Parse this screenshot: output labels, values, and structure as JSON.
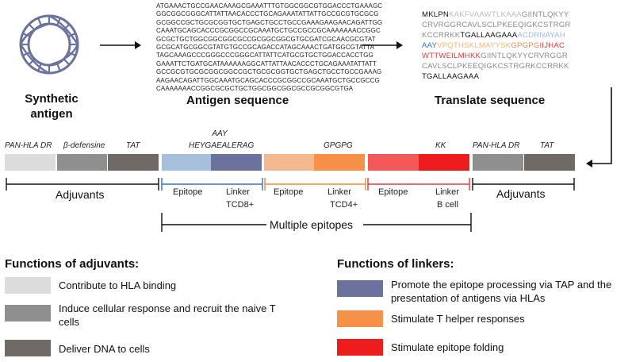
{
  "top": {
    "synthetic_antigen": "Synthetic antigen",
    "antigen_sequence_title": "Antigen sequence",
    "translate_title": "Translate sequence",
    "dna_lines": [
      "ATGAAACTGCCGAACAAAGCGAAATTTGTGGCGGCGTGGACCCTGAAAGC",
      "GGCGGCGGGCATTATTAACACCCTGCAGAAATATTATTGCCGCGTGCGCG",
      "GCGGCCGCTGCGCGGTGCTGAGCTGCCTGCCGAAAGAAGAACAGATTGG",
      "CAAATGCAGCACCCGCGGCCGCAAATGCTGCCGCCGCAAAAAAACCGGC",
      "GCGCTGCTGGCGGCGGCGCCGCGGCGGCGTGCGATCGCAACGCGTAT",
      "GCGCATGCGGCGTATGTGCCGCAGACCATAGCAAACTGATGGCGTATTA",
      "TAGCAAAGCCCGGGCCCGGGCATTATTCATGCGTGCTGGACCACCTGG",
      "GAAATTCTGATGCATAAAAAAGGCATTATTAACACCCTGCAGAAATATTATT",
      "GCCGCGTGCGCGGCGGCCGCTGCGCGGTGCTGAGCTGCCTGCCGAAAG",
      "AAGAACAGATTGGCAAATGCAGCACCCGCGGCCGCAAATGCTGCCGCCG",
      "CAAAAAAACCGGCGCGCTGCTGGCGGCGGCGCCGCGGCGTGA"
    ],
    "protein_lines": [
      [
        {
          "t": "MKLPN",
          "c": "#111111"
        },
        {
          "t": "KAKFVAAWTLKAAA",
          "c": "#bdbdbd"
        },
        {
          "t": "GIINTLQKYY",
          "c": "#8a8a8a"
        }
      ],
      [
        {
          "t": "CRVRGGRCAVLSCLPKEEQIGKCSTRGR",
          "c": "#8a8a8a"
        }
      ],
      [
        {
          "t": "KCCRRKK",
          "c": "#8a8a8a"
        },
        {
          "t": "TGALLAAGAAA",
          "c": "#111111"
        },
        {
          "t": "ACDRNAYAH",
          "c": "#9dbbe0"
        }
      ],
      [
        {
          "t": "AAY",
          "c": "#3a6fc0"
        },
        {
          "t": "VPQTHSKLMAYYSK",
          "c": "#f0b87a"
        },
        {
          "t": "GPGPG",
          "c": "#f08a3a"
        },
        {
          "t": "IIJHAC",
          "c": "#e23a3a"
        }
      ],
      [
        {
          "t": "WTTWEILMHKK",
          "c": "#e23a3a"
        },
        {
          "t": "GIINTLQKYYCRVRGGR",
          "c": "#8a8a8a"
        }
      ],
      [
        {
          "t": "CAVLSCLPKEEQIGKCSTRGRKCCRRKK",
          "c": "#8a8a8a"
        }
      ],
      [
        {
          "t": "TGALLAAGAAA",
          "c": "#111111"
        }
      ]
    ]
  },
  "construct": {
    "above": {
      "pan_hla_dr": "PAN-HLA DR",
      "beta_defensine": "β-defensine",
      "tat": "TAT",
      "aay_line1": "AAY",
      "aay_line2": "HEYGAEALERAG",
      "gpgpg": "GPGPG",
      "kk": "KK",
      "pan_hla_dr_2": "PAN-HLA DR",
      "tat_2": "TAT"
    },
    "below": {
      "adjuvants_left": "Adjuvants",
      "epitope1": "Epitope",
      "linker1": "Linker",
      "linker1_sub": "TCD8+",
      "epitope2": "Epitope",
      "linker2": "Linker",
      "linker2_sub": "TCD4+",
      "epitope3": "Epitope",
      "linker3": "Linker",
      "linker3_sub": "B cell",
      "adjuvants_right": "Adjuvants",
      "multiple_epitopes": "Multiple epitopes"
    },
    "colors": {
      "light_gray": "#dcdcdc",
      "mid_gray": "#8f8f8f",
      "dark_gray": "#6f6a66",
      "light_blue": "#a6bfdc",
      "dark_blue": "#6b729c",
      "light_orange": "#f4b98c",
      "orange": "#f7914a",
      "light_red": "#f25a5a",
      "red": "#ee1c1c"
    }
  },
  "legend_adjuvants": {
    "title": "Functions of adjuvants:",
    "items": [
      {
        "text": "Contribute to HLA binding",
        "color": "#dcdcdc"
      },
      {
        "text": "Induce cellular response and recruit the naive T cells",
        "color": "#8f8f8f"
      },
      {
        "text": "Deliver DNA to cells",
        "color": "#6f6a66"
      }
    ]
  },
  "legend_linkers": {
    "title": "Functions of linkers:",
    "items": [
      {
        "text": "Promote the epitope processing via TAP and the presentation of antigens via HLAs",
        "color": "#6b729c"
      },
      {
        "text": "Stimulate T helper responses",
        "color": "#f7914a"
      },
      {
        "text": "Stimulate epitope folding",
        "color": "#ee1c1c"
      }
    ]
  }
}
